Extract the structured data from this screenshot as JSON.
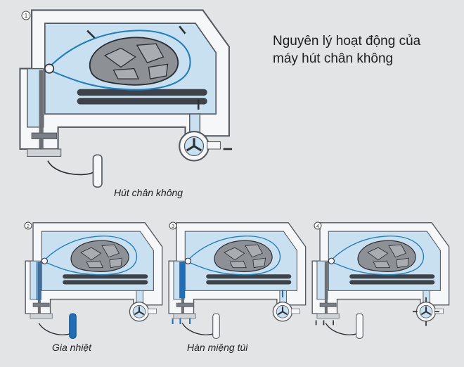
{
  "title": {
    "line1": "Nguyên lý hoạt động của",
    "line2": "máy hút chân không"
  },
  "steps": [
    {
      "number": "1",
      "caption": "Hút chân không"
    },
    {
      "number": "2",
      "caption": "Gia nhiệt"
    },
    {
      "number": "3",
      "caption": "Hàn miệng túi"
    },
    {
      "number": "4",
      "caption": ""
    }
  ],
  "colors": {
    "background": "#e2e4e6",
    "chamber_interior": "#c9e0f0",
    "chamber_wall": "#f6f7f8",
    "outline": "#555a60",
    "bag_outline": "#1f7fc0",
    "heater_bar": "#3e4349",
    "sealer": "#1f6fb8",
    "product": "#8d9196"
  }
}
